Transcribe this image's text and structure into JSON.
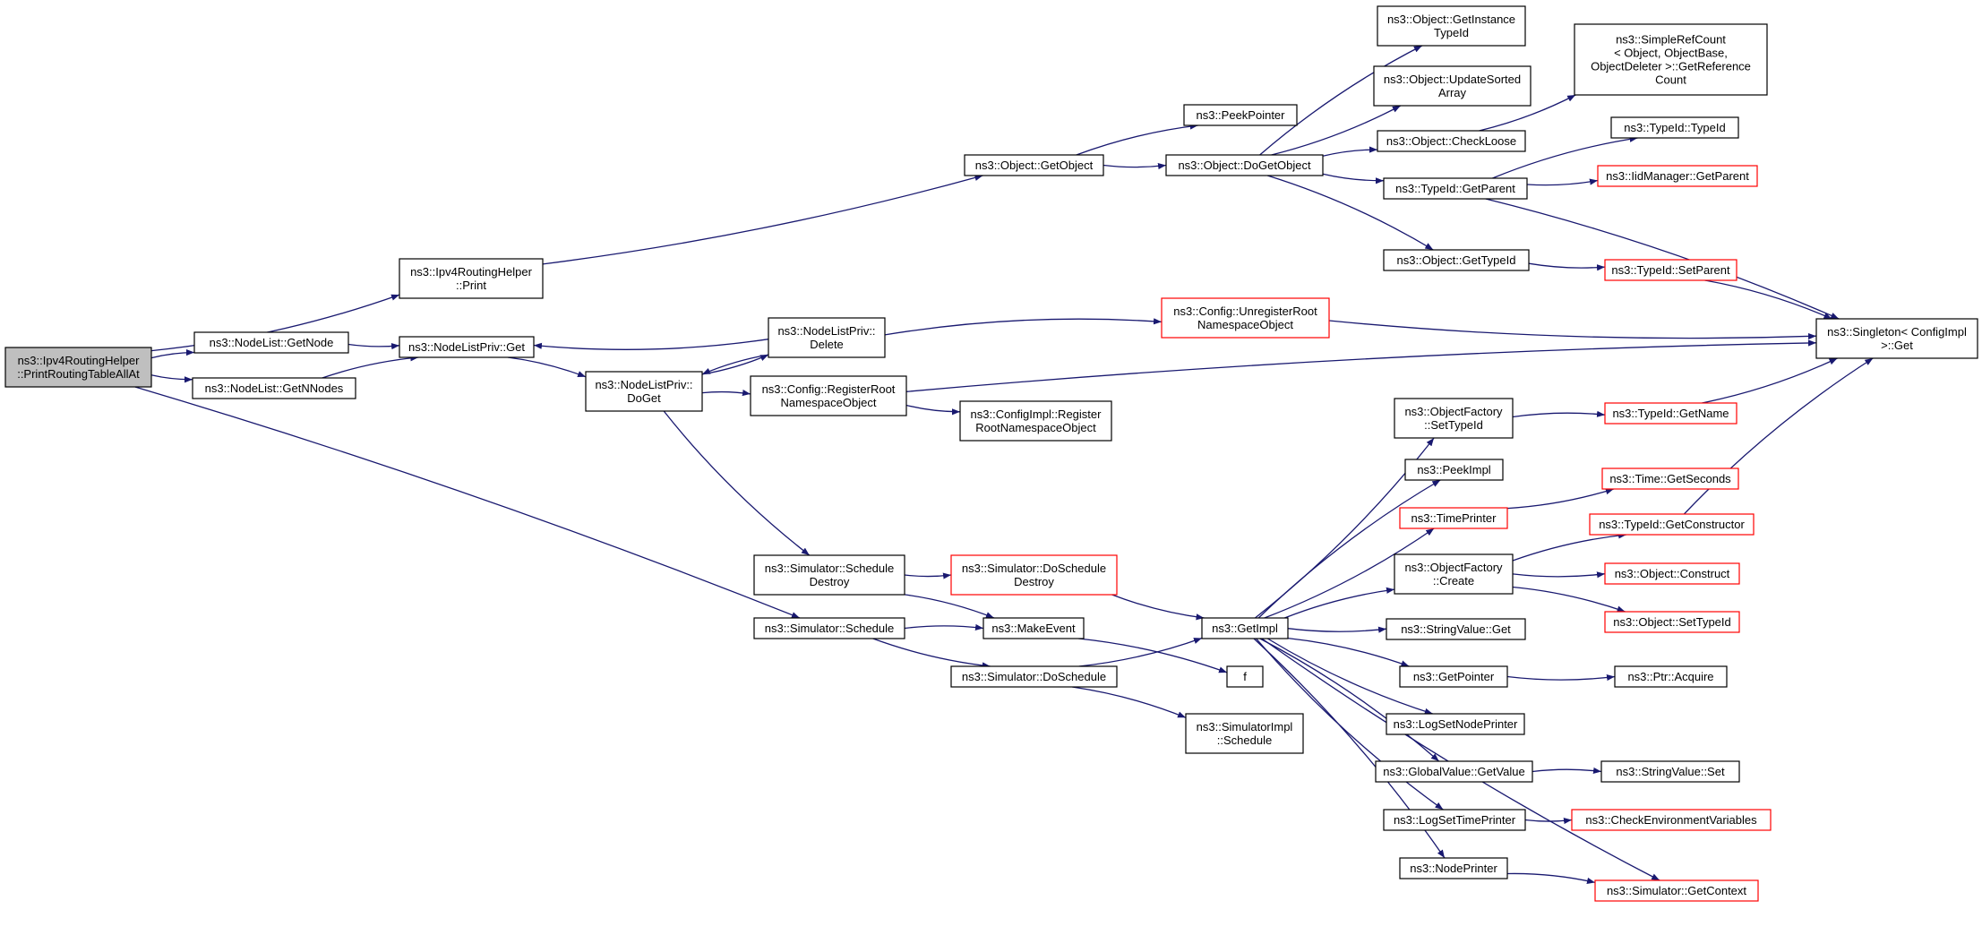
{
  "colors": {
    "edge": "#191970",
    "node_border": "#000000",
    "node_border_truncated": "#ff0000",
    "root_fill": "#bfbfbf",
    "node_fill": "#ffffff",
    "text": "#000000"
  },
  "nodes": [
    {
      "id": "root",
      "lines": [
        "ns3::Ipv4RoutingHelper",
        "::PrintRoutingTableAllAt"
      ],
      "style": "root"
    },
    {
      "id": "nl_getnode",
      "lines": [
        "ns3::NodeList::GetNode"
      ],
      "style": "normal"
    },
    {
      "id": "nl_getnnodes",
      "lines": [
        "ns3::NodeList::GetNNodes"
      ],
      "style": "normal"
    },
    {
      "id": "ipv4_print",
      "lines": [
        "ns3::Ipv4RoutingHelper",
        "::Print"
      ],
      "style": "normal"
    },
    {
      "id": "nlp_get",
      "lines": [
        "ns3::NodeListPriv::Get"
      ],
      "style": "normal"
    },
    {
      "id": "nlp_doget",
      "lines": [
        "ns3::NodeListPriv::",
        "DoGet"
      ],
      "style": "normal"
    },
    {
      "id": "nlp_delete",
      "lines": [
        "ns3::NodeListPriv::",
        "Delete"
      ],
      "style": "normal"
    },
    {
      "id": "cfg_register",
      "lines": [
        "ns3::Config::RegisterRoot",
        "NamespaceObject"
      ],
      "style": "normal"
    },
    {
      "id": "cfgimpl_register",
      "lines": [
        "ns3::ConfigImpl::Register",
        "RootNamespaceObject"
      ],
      "style": "normal"
    },
    {
      "id": "cfg_unregister",
      "lines": [
        "ns3::Config::UnregisterRoot",
        "NamespaceObject"
      ],
      "style": "truncated"
    },
    {
      "id": "obj_getobject",
      "lines": [
        "ns3::Object::GetObject"
      ],
      "style": "normal"
    },
    {
      "id": "peekpointer",
      "lines": [
        "ns3::PeekPointer"
      ],
      "style": "normal"
    },
    {
      "id": "obj_dogetobject",
      "lines": [
        "ns3::Object::DoGetObject"
      ],
      "style": "normal"
    },
    {
      "id": "obj_getinstancetypeid",
      "lines": [
        "ns3::Object::GetInstance",
        "TypeId"
      ],
      "style": "normal"
    },
    {
      "id": "obj_updatesorted",
      "lines": [
        "ns3::Object::UpdateSorted",
        "Array"
      ],
      "style": "normal"
    },
    {
      "id": "obj_checkloose",
      "lines": [
        "ns3::Object::CheckLoose"
      ],
      "style": "normal"
    },
    {
      "id": "typeid_getparent",
      "lines": [
        "ns3::TypeId::GetParent"
      ],
      "style": "normal"
    },
    {
      "id": "obj_gettypeid",
      "lines": [
        "ns3::Object::GetTypeId"
      ],
      "style": "normal"
    },
    {
      "id": "simplerefcount",
      "lines": [
        "ns3::SimpleRefCount",
        "< Object, ObjectBase,",
        "ObjectDeleter >::GetReference",
        "Count"
      ],
      "style": "normal"
    },
    {
      "id": "typeid_typeid",
      "lines": [
        "ns3::TypeId::TypeId"
      ],
      "style": "normal"
    },
    {
      "id": "iidmanager_getparent",
      "lines": [
        "ns3::IidManager::GetParent"
      ],
      "style": "truncated"
    },
    {
      "id": "typeid_setparent",
      "lines": [
        "ns3::TypeId::SetParent"
      ],
      "style": "truncated"
    },
    {
      "id": "singleton_get",
      "lines": [
        "ns3::Singleton< ConfigImpl",
        " >::Get"
      ],
      "style": "normal"
    },
    {
      "id": "objfactory_settypeid",
      "lines": [
        "ns3::ObjectFactory",
        "::SetTypeId"
      ],
      "style": "normal"
    },
    {
      "id": "typeid_getname",
      "lines": [
        "ns3::TypeId::GetName"
      ],
      "style": "truncated"
    },
    {
      "id": "peekimpl",
      "lines": [
        "ns3::PeekImpl"
      ],
      "style": "normal"
    },
    {
      "id": "timeprinter",
      "lines": [
        "ns3::TimePrinter"
      ],
      "style": "truncated"
    },
    {
      "id": "time_getseconds",
      "lines": [
        "ns3::Time::GetSeconds"
      ],
      "style": "truncated"
    },
    {
      "id": "typeid_getconstructor",
      "lines": [
        "ns3::TypeId::GetConstructor"
      ],
      "style": "truncated"
    },
    {
      "id": "objfactory_create",
      "lines": [
        "ns3::ObjectFactory",
        "::Create"
      ],
      "style": "normal"
    },
    {
      "id": "obj_construct",
      "lines": [
        "ns3::Object::Construct"
      ],
      "style": "truncated"
    },
    {
      "id": "obj_settypeid",
      "lines": [
        "ns3::Object::SetTypeId"
      ],
      "style": "truncated"
    },
    {
      "id": "sim_scheduledestroy",
      "lines": [
        "ns3::Simulator::Schedule",
        "Destroy"
      ],
      "style": "normal"
    },
    {
      "id": "sim_doscheduledestroy",
      "lines": [
        "ns3::Simulator::DoSchedule",
        "Destroy"
      ],
      "style": "truncated"
    },
    {
      "id": "sim_schedule",
      "lines": [
        "ns3::Simulator::Schedule"
      ],
      "style": "normal"
    },
    {
      "id": "makeevent",
      "lines": [
        "ns3::MakeEvent"
      ],
      "style": "normal"
    },
    {
      "id": "sim_doschedule",
      "lines": [
        "ns3::Simulator::DoSchedule"
      ],
      "style": "normal"
    },
    {
      "id": "getimpl",
      "lines": [
        "ns3::GetImpl"
      ],
      "style": "normal"
    },
    {
      "id": "f",
      "lines": [
        "f"
      ],
      "style": "normal"
    },
    {
      "id": "simimpl_schedule",
      "lines": [
        "ns3::SimulatorImpl",
        "::Schedule"
      ],
      "style": "normal"
    },
    {
      "id": "stringvalue_get",
      "lines": [
        "ns3::StringValue::Get"
      ],
      "style": "normal"
    },
    {
      "id": "getpointer",
      "lines": [
        "ns3::GetPointer"
      ],
      "style": "normal"
    },
    {
      "id": "ptr_acquire",
      "lines": [
        "ns3::Ptr::Acquire"
      ],
      "style": "normal"
    },
    {
      "id": "logsetnodeprinter",
      "lines": [
        "ns3::LogSetNodePrinter"
      ],
      "style": "normal"
    },
    {
      "id": "globalvalue_getvalue",
      "lines": [
        "ns3::GlobalValue::GetValue"
      ],
      "style": "normal"
    },
    {
      "id": "stringvalue_set",
      "lines": [
        "ns3::StringValue::Set"
      ],
      "style": "normal"
    },
    {
      "id": "logsettimeprinter",
      "lines": [
        "ns3::LogSetTimePrinter"
      ],
      "style": "normal"
    },
    {
      "id": "checkenvvars",
      "lines": [
        "ns3::CheckEnvironmentVariables"
      ],
      "style": "truncated"
    },
    {
      "id": "nodeprinter",
      "lines": [
        "ns3::NodePrinter"
      ],
      "style": "normal"
    },
    {
      "id": "sim_getcontext",
      "lines": [
        "ns3::Simulator::GetContext"
      ],
      "style": "truncated"
    }
  ],
  "edges": [
    [
      "root",
      "ipv4_print"
    ],
    [
      "root",
      "nl_getnode"
    ],
    [
      "root",
      "nl_getnnodes"
    ],
    [
      "root",
      "sim_schedule"
    ],
    [
      "nl_getnode",
      "nlp_get"
    ],
    [
      "nl_getnnodes",
      "nlp_get"
    ],
    [
      "ipv4_print",
      "obj_getobject"
    ],
    [
      "nlp_get",
      "nlp_doget"
    ],
    [
      "nlp_doget",
      "nlp_delete"
    ],
    [
      "nlp_doget",
      "cfg_register"
    ],
    [
      "nlp_doget",
      "sim_scheduledestroy"
    ],
    [
      "nlp_delete",
      "nlp_get"
    ],
    [
      "nlp_delete",
      "nlp_doget"
    ],
    [
      "nlp_delete",
      "cfg_unregister"
    ],
    [
      "cfg_unregister",
      "singleton_get"
    ],
    [
      "cfg_register",
      "singleton_get"
    ],
    [
      "cfg_register",
      "cfgimpl_register"
    ],
    [
      "obj_getobject",
      "peekpointer"
    ],
    [
      "obj_getobject",
      "obj_dogetobject"
    ],
    [
      "obj_dogetobject",
      "obj_getinstancetypeid"
    ],
    [
      "obj_dogetobject",
      "obj_updatesorted"
    ],
    [
      "obj_dogetobject",
      "obj_checkloose"
    ],
    [
      "obj_dogetobject",
      "typeid_getparent"
    ],
    [
      "obj_dogetobject",
      "obj_gettypeid"
    ],
    [
      "obj_checkloose",
      "simplerefcount"
    ],
    [
      "typeid_getparent",
      "typeid_typeid"
    ],
    [
      "typeid_getparent",
      "iidmanager_getparent"
    ],
    [
      "typeid_getparent",
      "singleton_get"
    ],
    [
      "obj_gettypeid",
      "typeid_setparent"
    ],
    [
      "typeid_setparent",
      "singleton_get"
    ],
    [
      "typeid_getname",
      "singleton_get"
    ],
    [
      "typeid_getconstructor",
      "singleton_get"
    ],
    [
      "sim_scheduledestroy",
      "sim_doscheduledestroy"
    ],
    [
      "sim_scheduledestroy",
      "makeevent"
    ],
    [
      "sim_doscheduledestroy",
      "getimpl"
    ],
    [
      "sim_schedule",
      "makeevent"
    ],
    [
      "sim_schedule",
      "sim_doschedule"
    ],
    [
      "makeevent",
      "f"
    ],
    [
      "sim_doschedule",
      "getimpl"
    ],
    [
      "sim_doschedule",
      "simimpl_schedule"
    ],
    [
      "getimpl",
      "objfactory_settypeid"
    ],
    [
      "getimpl",
      "peekimpl"
    ],
    [
      "getimpl",
      "timeprinter"
    ],
    [
      "getimpl",
      "objfactory_create"
    ],
    [
      "getimpl",
      "stringvalue_get"
    ],
    [
      "getimpl",
      "getpointer"
    ],
    [
      "getimpl",
      "logsetnodeprinter"
    ],
    [
      "getimpl",
      "globalvalue_getvalue"
    ],
    [
      "getimpl",
      "logsettimeprinter"
    ],
    [
      "getimpl",
      "nodeprinter"
    ],
    [
      "getimpl",
      "sim_getcontext"
    ],
    [
      "objfactory_settypeid",
      "typeid_getname"
    ],
    [
      "timeprinter",
      "time_getseconds"
    ],
    [
      "objfactory_create",
      "typeid_getconstructor"
    ],
    [
      "objfactory_create",
      "obj_construct"
    ],
    [
      "objfactory_create",
      "obj_settypeid"
    ],
    [
      "getpointer",
      "ptr_acquire"
    ],
    [
      "globalvalue_getvalue",
      "stringvalue_set"
    ],
    [
      "logsettimeprinter",
      "checkenvvars"
    ],
    [
      "nodeprinter",
      "sim_getcontext"
    ]
  ]
}
